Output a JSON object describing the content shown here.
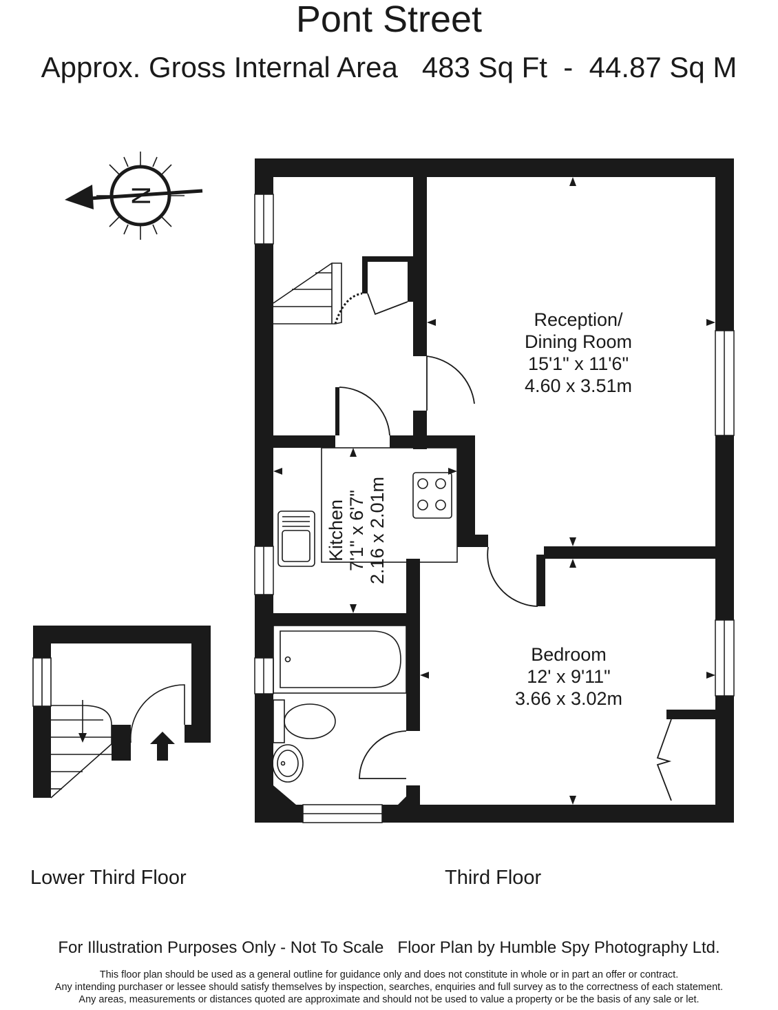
{
  "header": {
    "title": "Pont Street",
    "subtitle": "Approx. Gross Internal Area   483 Sq Ft  -  44.87 Sq M"
  },
  "compass": {
    "letter": "N"
  },
  "rooms": {
    "reception": {
      "name_line1": "Reception/",
      "name_line2": "Dining Room",
      "imperial": "15'1\" x 11'6\"",
      "metric": "4.60 x 3.51m"
    },
    "kitchen": {
      "name": "Kitchen",
      "imperial": "7'1\" x 6'7\"",
      "metric": "2.16 x 2.01m"
    },
    "bedroom": {
      "name": "Bedroom",
      "imperial": "12' x 9'11\"",
      "metric": "3.66 x 3.02m"
    }
  },
  "floors": {
    "lower": "Lower Third Floor",
    "main": "Third Floor"
  },
  "footer": {
    "notice": "For Illustration Purposes Only - Not To Scale   Floor Plan by Humble Spy Photography Ltd.",
    "disclaimer_1": "This floor plan should be used as a general outline for guidance only and does not constitute in whole or in part an offer or contract.",
    "disclaimer_2": "Any intending purchaser or lessee should satisfy themselves by inspection, searches, enquiries and full survey as to the correctness of each statement.",
    "disclaimer_3": "Any areas, measurements or distances quoted are approximate and should not be used to value a property or be the basis of any sale or let."
  },
  "colors": {
    "wall": "#1a1a1a",
    "background": "#ffffff"
  }
}
